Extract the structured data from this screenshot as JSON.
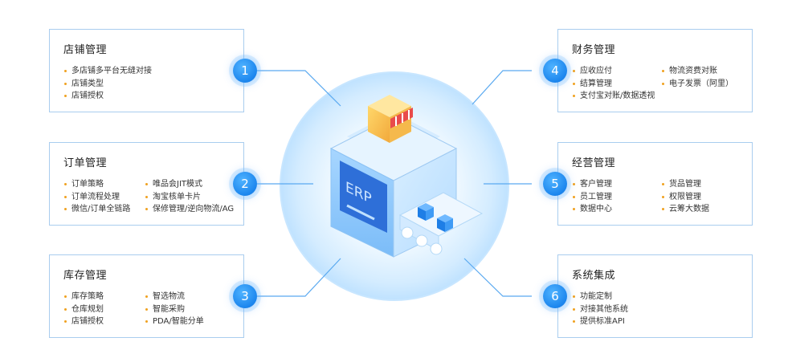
{
  "cards": [
    {
      "number": "1",
      "title": "店铺管理",
      "col1": [
        "多店铺多平台无缝对接",
        "店铺类型",
        "店铺授权"
      ],
      "col2": []
    },
    {
      "number": "2",
      "title": "订单管理",
      "col1": [
        "订单策略",
        "订单流程处理",
        "微信/订单全链路"
      ],
      "col2": [
        "唯品会JIT模式",
        "淘宝核单卡片",
        "保修管理/逆向物流/AG"
      ]
    },
    {
      "number": "3",
      "title": "库存管理",
      "col1": [
        "库存策略",
        "仓库规划",
        "店铺授权"
      ],
      "col2": [
        "智选物流",
        "智能采购",
        "PDA/智能分单"
      ]
    },
    {
      "number": "4",
      "title": "财务管理",
      "col1": [
        "应收应付",
        "结算管理",
        "支付宝对账/数据透视"
      ],
      "col2": [
        "物流资费对账",
        "电子发票（阿里）"
      ]
    },
    {
      "number": "5",
      "title": "经营管理",
      "col1": [
        "客户管理",
        "员工管理",
        "数据中心"
      ],
      "col2": [
        "货品管理",
        "权限管理",
        "云筹大数据"
      ]
    },
    {
      "number": "6",
      "title": "系统集成",
      "col1": [
        "功能定制",
        "对接其他系统",
        "提供标准API"
      ],
      "col2": []
    }
  ],
  "center": {
    "screen_text": "ERP"
  },
  "colors": {
    "border": "#a9cdef",
    "bullet": "#f0a11f",
    "badge": "#1c86ee",
    "line": "#5aa9f0"
  }
}
